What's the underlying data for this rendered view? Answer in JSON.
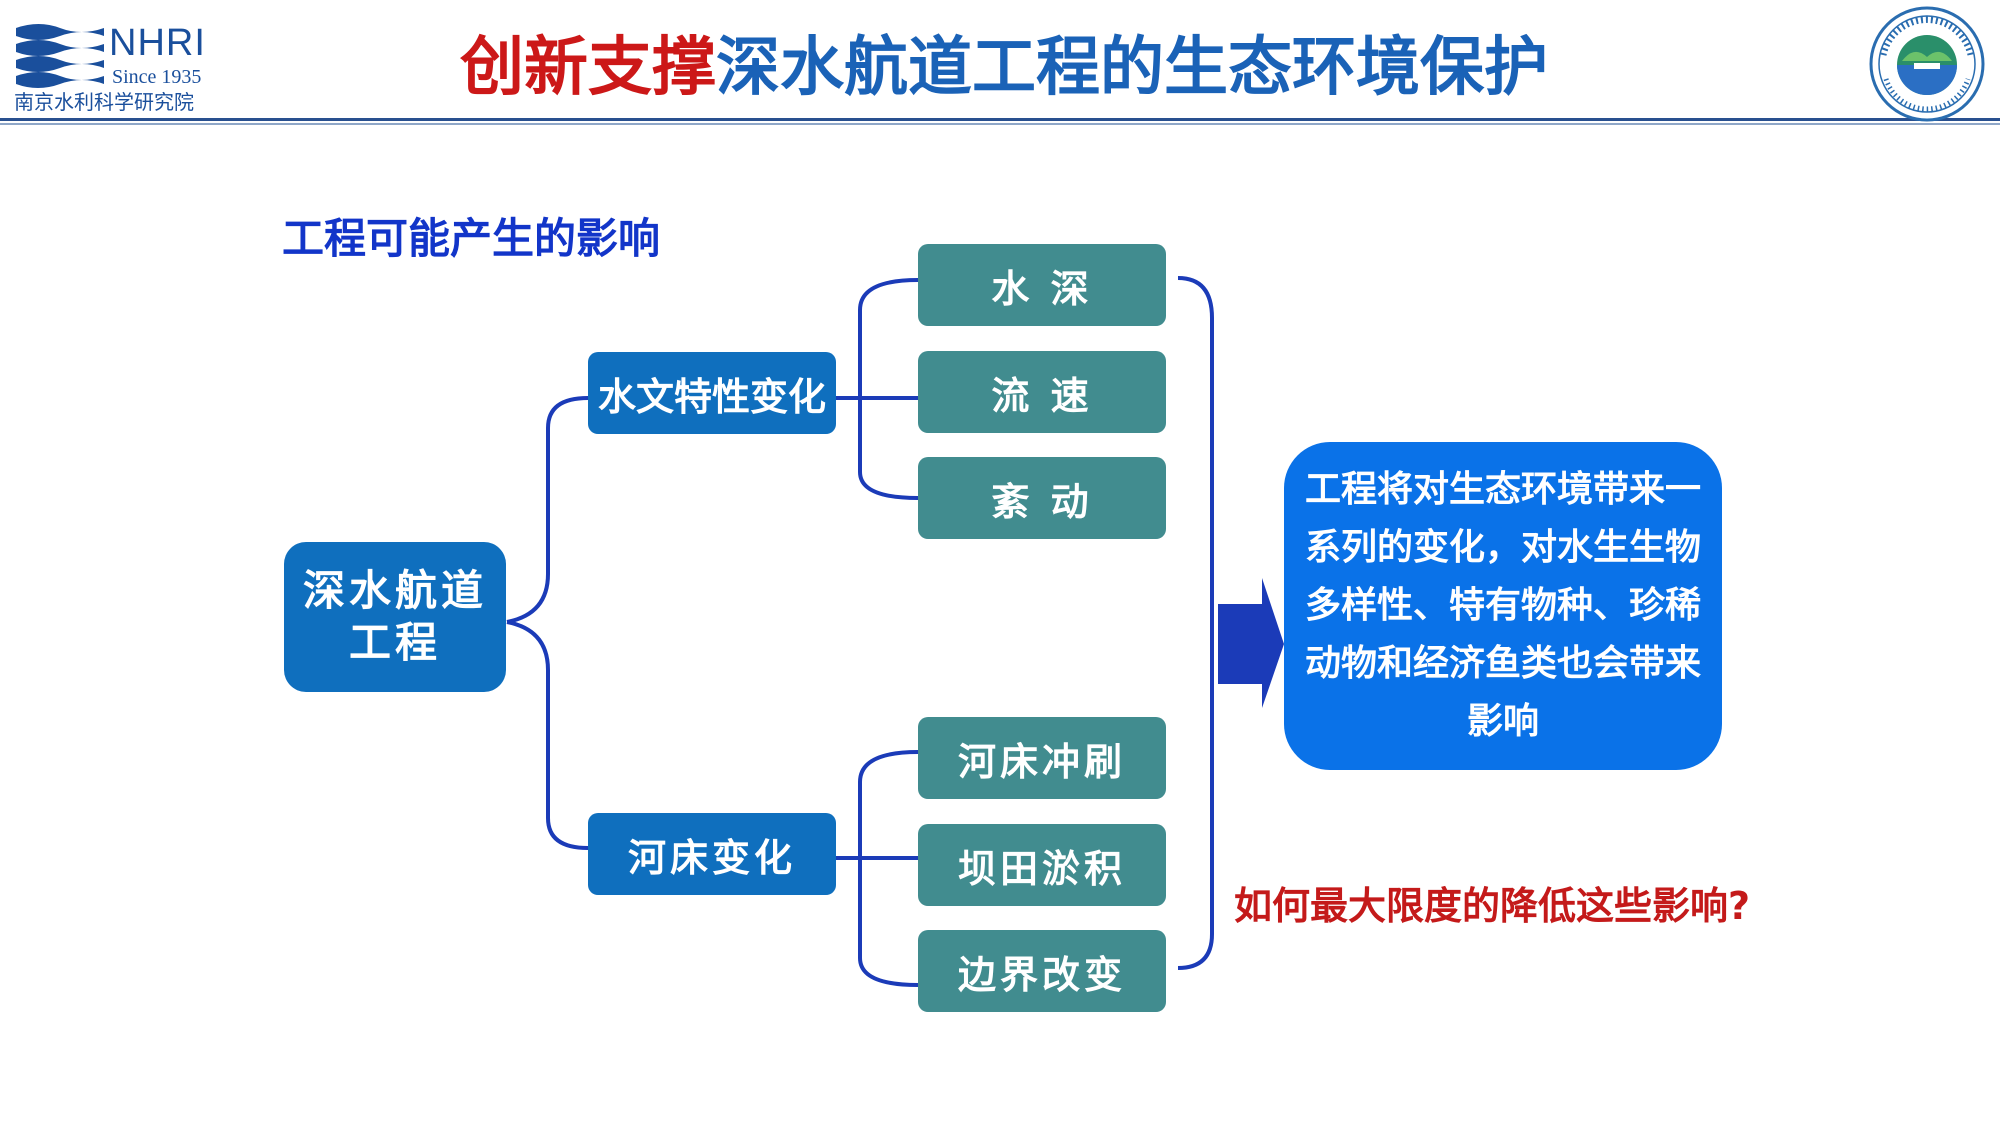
{
  "header": {
    "logo_left": {
      "name": "NHRI",
      "since": "Since 1935",
      "institute": "南京水利科学研究院"
    },
    "title_highlight": "创新支撑",
    "title_rest": "深水航道工程的生态环境保护",
    "colors": {
      "highlight": "#cc1818",
      "title": "#1a62b7",
      "rule": "#29508f"
    }
  },
  "section": {
    "subtitle": "工程可能产生的影响"
  },
  "diagram": {
    "root": {
      "line1": "深水航道",
      "line2": "工程"
    },
    "branches": [
      {
        "label": "水文特性变化",
        "leaves": [
          "水 深",
          "流 速",
          "紊 动"
        ]
      },
      {
        "label": "河床变化",
        "leaves": [
          "河床冲刷",
          "坝田淤积",
          "边界改变"
        ]
      }
    ],
    "summary": "工程将对生态环境带来一系列的变化，对水生生物多样性、特有物种、珍稀动物和经济鱼类也会带来影响",
    "question": "如何最大限度的降低这些影响?",
    "colors": {
      "root": "#0f6fbe",
      "branch": "#0f6fbe",
      "leaf": "#418c8f",
      "summary": "#0a72e8",
      "connector": "#1b3bb8",
      "question": "#c41a1a"
    }
  }
}
